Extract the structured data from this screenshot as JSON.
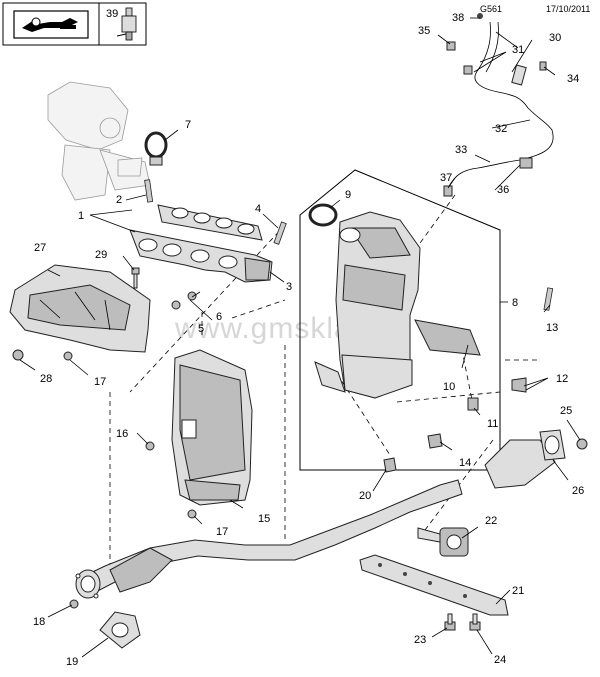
{
  "header": {
    "diagram_code": "G561",
    "date": "17/10/2011",
    "legend_number": "39"
  },
  "watermark": "www.gmsklad.ru",
  "icons": {
    "manual": "service-manual-icon",
    "sensor": "sensor-part-icon"
  },
  "labels": {
    "n1": "1",
    "n2": "2",
    "n3": "3",
    "n4": "4",
    "n5": "5",
    "n6": "6",
    "n7": "7",
    "n8": "8",
    "n9": "9",
    "n10": "10",
    "n11": "11",
    "n12": "12",
    "n13": "13",
    "n14": "14",
    "n15": "15",
    "n16": "16",
    "n17a": "17",
    "n17b": "17",
    "n18": "18",
    "n19": "19",
    "n20": "20",
    "n21": "21",
    "n22": "22",
    "n23": "23",
    "n24": "24",
    "n25": "25",
    "n26": "26",
    "n27": "27",
    "n28": "28",
    "n29": "29",
    "n30": "30",
    "n31": "31",
    "n32": "32",
    "n33": "33",
    "n34": "34",
    "n35": "35",
    "n36": "36",
    "n37": "37",
    "n38": "38"
  }
}
